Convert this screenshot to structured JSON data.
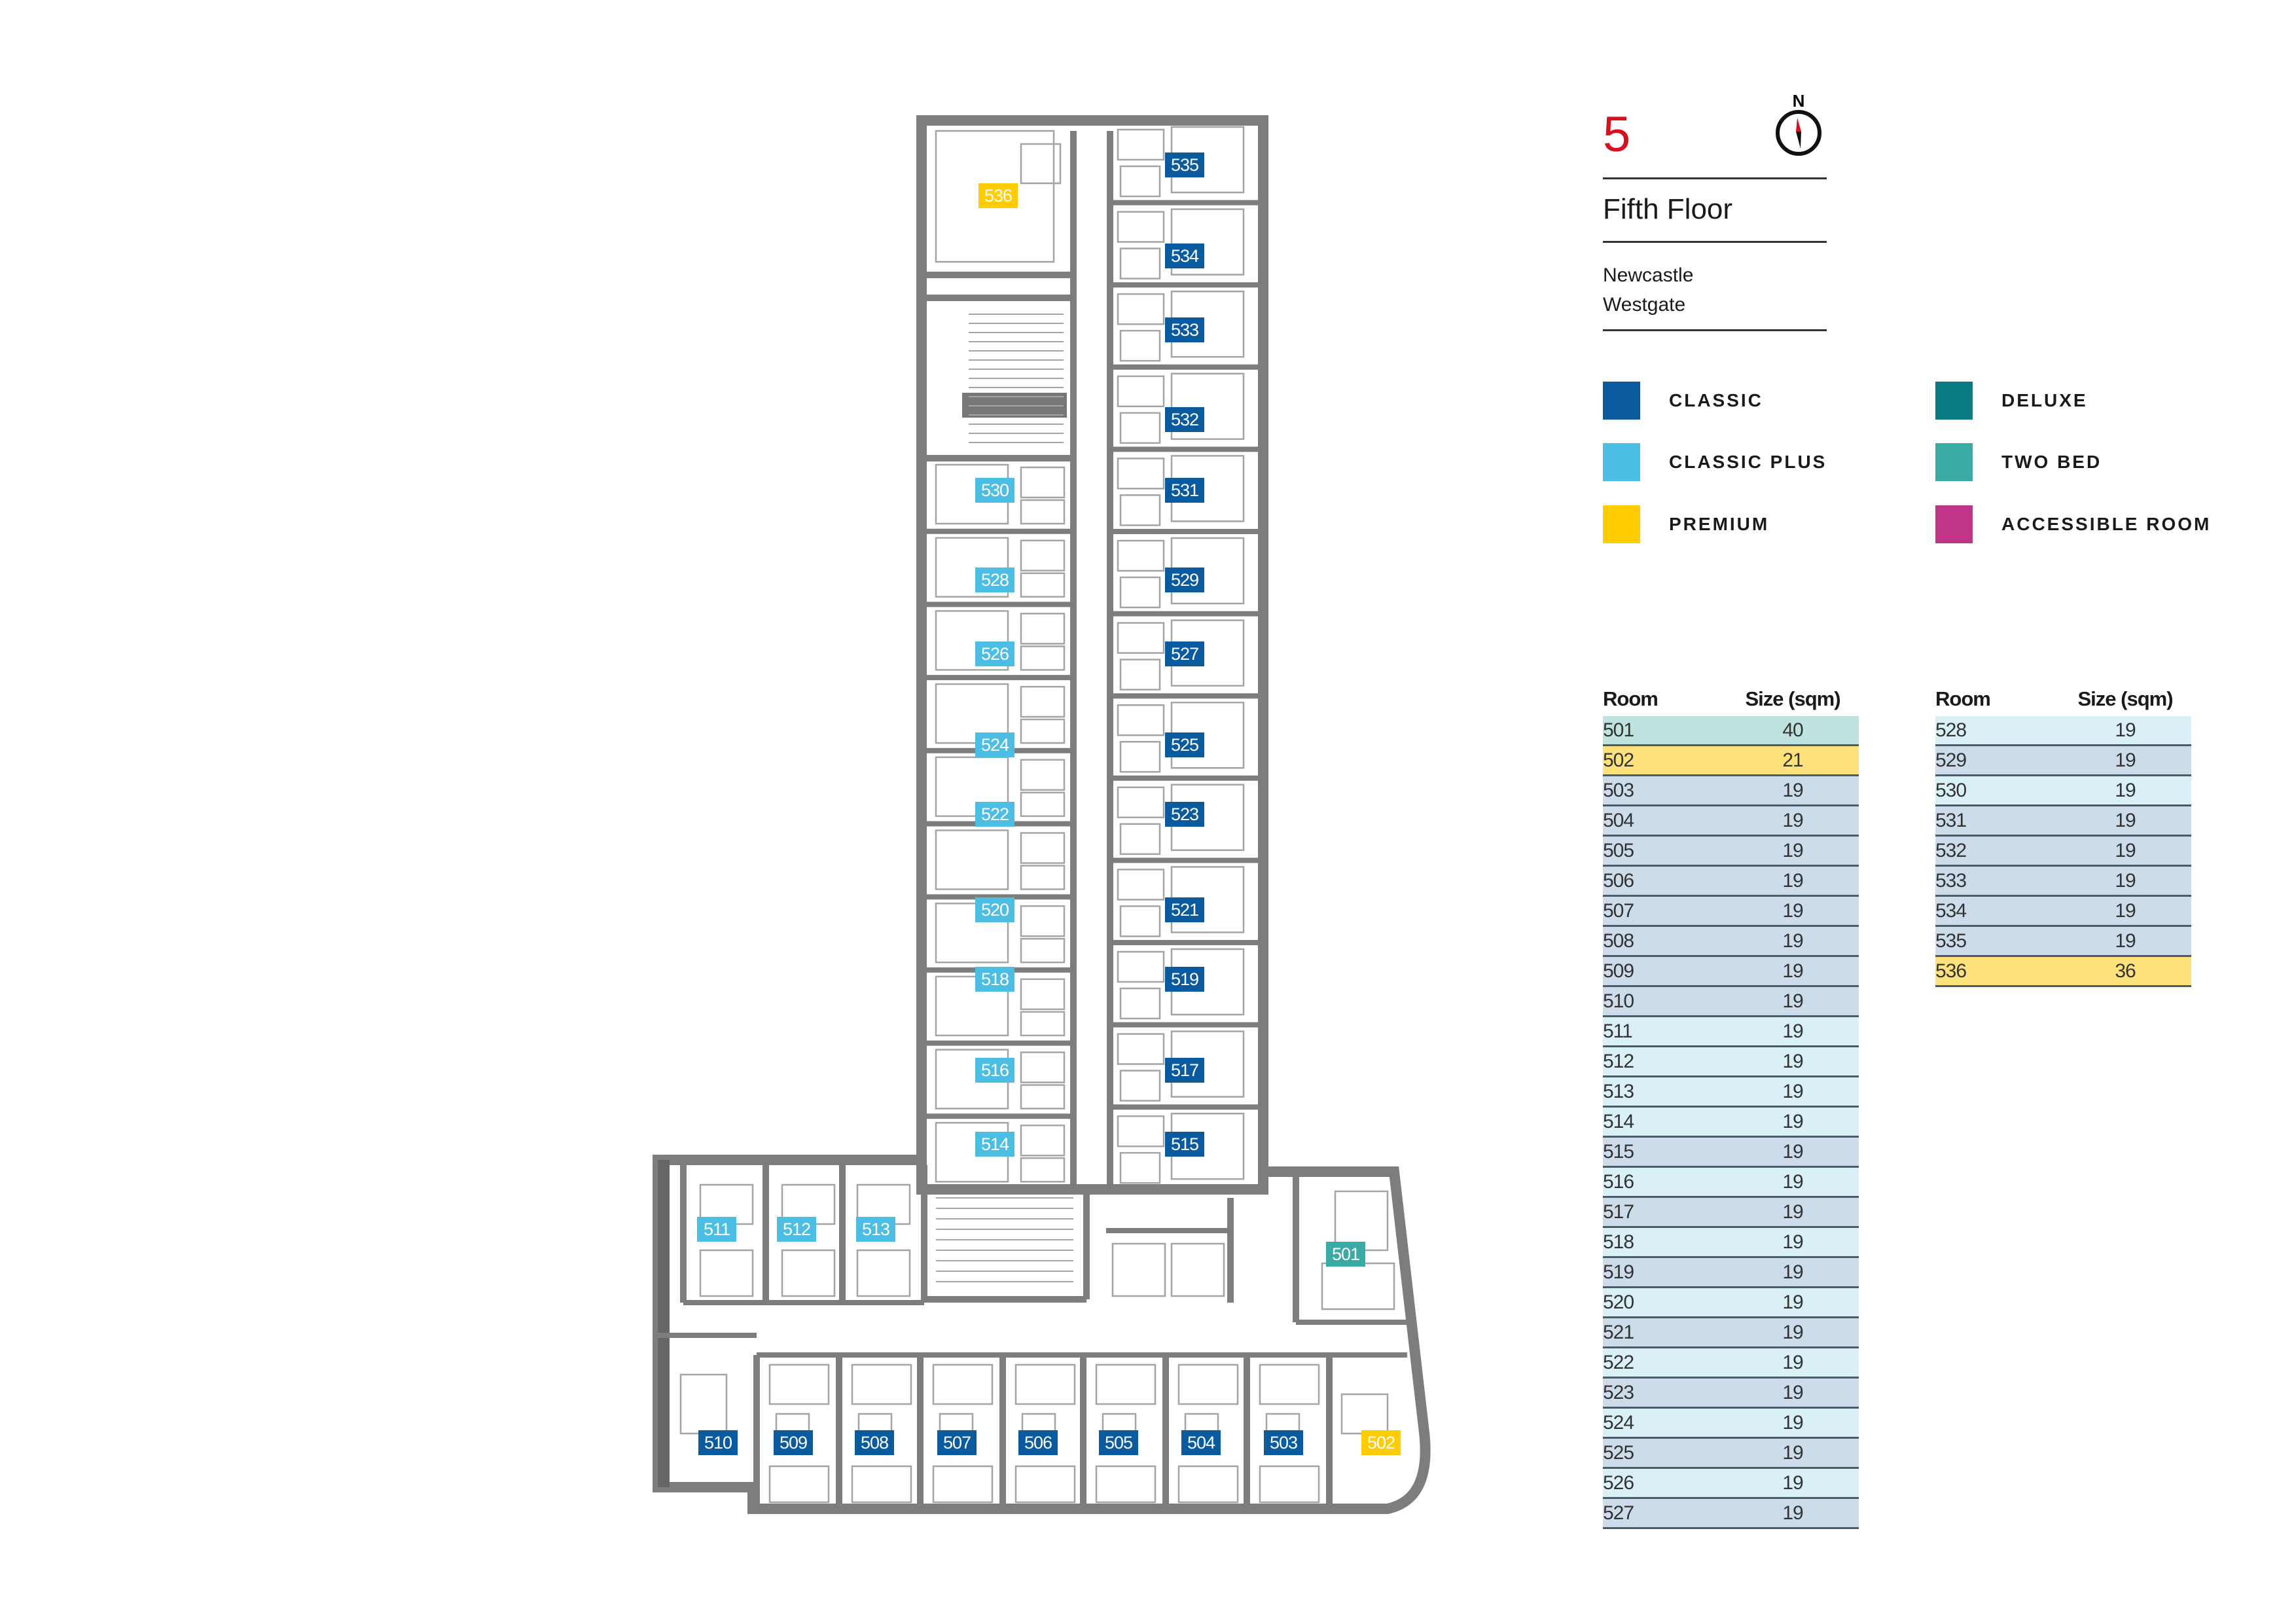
{
  "header": {
    "floor_number": "5",
    "floor_name": "Fifth Floor",
    "location_line1": "Newcastle",
    "location_line2": "Westgate",
    "compass_label": "N"
  },
  "colors": {
    "classic": "#0a5aa0",
    "classic_plus": "#4cbde3",
    "premium": "#ffcc00",
    "deluxe": "#087a82",
    "two_bed": "#39aba3",
    "accessible": "#c0348a",
    "accent_red": "#d6101e"
  },
  "row_colors": {
    "classic": "#cddcea",
    "classic_plus": "#d9f0f7",
    "premium": "#fde27c",
    "two_bed": "#bfe3df"
  },
  "legend": [
    {
      "label": "CLASSIC",
      "type": "classic"
    },
    {
      "label": "CLASSIC PLUS",
      "type": "classic_plus"
    },
    {
      "label": "PREMIUM",
      "type": "premium"
    },
    {
      "label": "DELUXE",
      "type": "deluxe"
    },
    {
      "label": "TWO BED",
      "type": "two_bed"
    },
    {
      "label": "ACCESSIBLE ROOM",
      "type": "accessible"
    }
  ],
  "table": {
    "headers": [
      "Room",
      "Size (sqm)"
    ],
    "rows": [
      {
        "room": "501",
        "size": "40",
        "type": "two_bed"
      },
      {
        "room": "502",
        "size": "21",
        "type": "premium"
      },
      {
        "room": "503",
        "size": "19",
        "type": "classic"
      },
      {
        "room": "504",
        "size": "19",
        "type": "classic"
      },
      {
        "room": "505",
        "size": "19",
        "type": "classic"
      },
      {
        "room": "506",
        "size": "19",
        "type": "classic"
      },
      {
        "room": "507",
        "size": "19",
        "type": "classic"
      },
      {
        "room": "508",
        "size": "19",
        "type": "classic"
      },
      {
        "room": "509",
        "size": "19",
        "type": "classic"
      },
      {
        "room": "510",
        "size": "19",
        "type": "classic"
      },
      {
        "room": "511",
        "size": "19",
        "type": "classic_plus"
      },
      {
        "room": "512",
        "size": "19",
        "type": "classic_plus"
      },
      {
        "room": "513",
        "size": "19",
        "type": "classic_plus"
      },
      {
        "room": "514",
        "size": "19",
        "type": "classic_plus"
      },
      {
        "room": "515",
        "size": "19",
        "type": "classic"
      },
      {
        "room": "516",
        "size": "19",
        "type": "classic_plus"
      },
      {
        "room": "517",
        "size": "19",
        "type": "classic"
      },
      {
        "room": "518",
        "size": "19",
        "type": "classic_plus"
      },
      {
        "room": "519",
        "size": "19",
        "type": "classic"
      },
      {
        "room": "520",
        "size": "19",
        "type": "classic_plus"
      },
      {
        "room": "521",
        "size": "19",
        "type": "classic"
      },
      {
        "room": "522",
        "size": "19",
        "type": "classic_plus"
      },
      {
        "room": "523",
        "size": "19",
        "type": "classic"
      },
      {
        "room": "524",
        "size": "19",
        "type": "classic_plus"
      },
      {
        "room": "525",
        "size": "19",
        "type": "classic"
      },
      {
        "room": "526",
        "size": "19",
        "type": "classic_plus"
      },
      {
        "room": "527",
        "size": "19",
        "type": "classic"
      },
      {
        "room": "528",
        "size": "19",
        "type": "classic_plus"
      },
      {
        "room": "529",
        "size": "19",
        "type": "classic"
      },
      {
        "room": "530",
        "size": "19",
        "type": "classic_plus"
      },
      {
        "room": "531",
        "size": "19",
        "type": "classic"
      },
      {
        "room": "532",
        "size": "19",
        "type": "classic"
      },
      {
        "room": "533",
        "size": "19",
        "type": "classic"
      },
      {
        "room": "534",
        "size": "19",
        "type": "classic"
      },
      {
        "room": "535",
        "size": "19",
        "type": "classic"
      },
      {
        "room": "536",
        "size": "36",
        "type": "premium"
      }
    ]
  }
}
